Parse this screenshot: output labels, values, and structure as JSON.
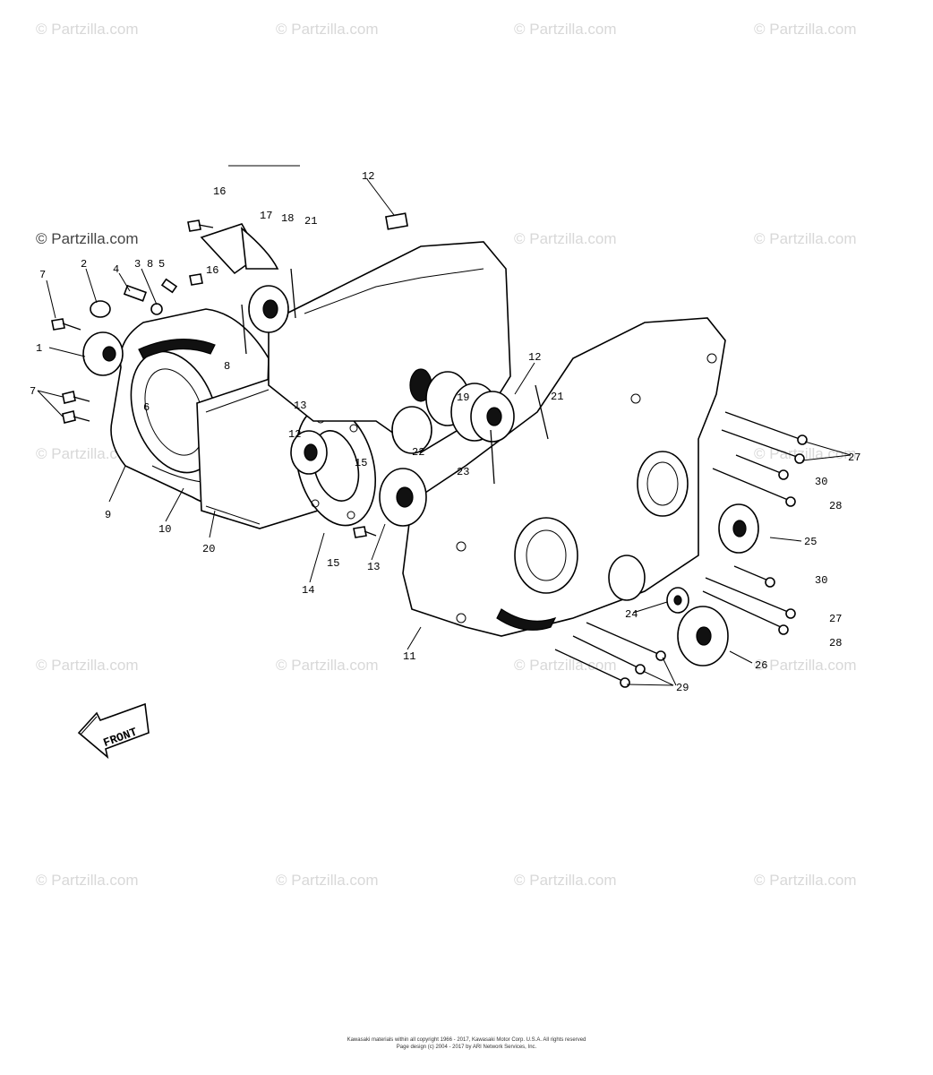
{
  "watermark": "© Partzilla.com",
  "watermark_highlight": "© Partzilla.com",
  "callouts": [
    "1",
    "2",
    "3",
    "4",
    "5",
    "7",
    "7",
    "8",
    "8",
    "9",
    "10",
    "11",
    "12",
    "12",
    "12",
    "13",
    "13",
    "14",
    "15",
    "15",
    "16",
    "16",
    "17",
    "18",
    "19",
    "21",
    "21",
    "22",
    "23",
    "24",
    "25",
    "26",
    "27",
    "27",
    "28",
    "28",
    "29",
    "30",
    "30",
    "20",
    "6"
  ],
  "front_label": "FRONT",
  "footer": {
    "line1": "Kawasaki materials within all copyright 1966 - 2017, Kawasaki Motor Corp. U.S.A.   All rights reserved",
    "line2": "Page design (c) 2004 - 2017 by ARI Network Services, Inc."
  }
}
